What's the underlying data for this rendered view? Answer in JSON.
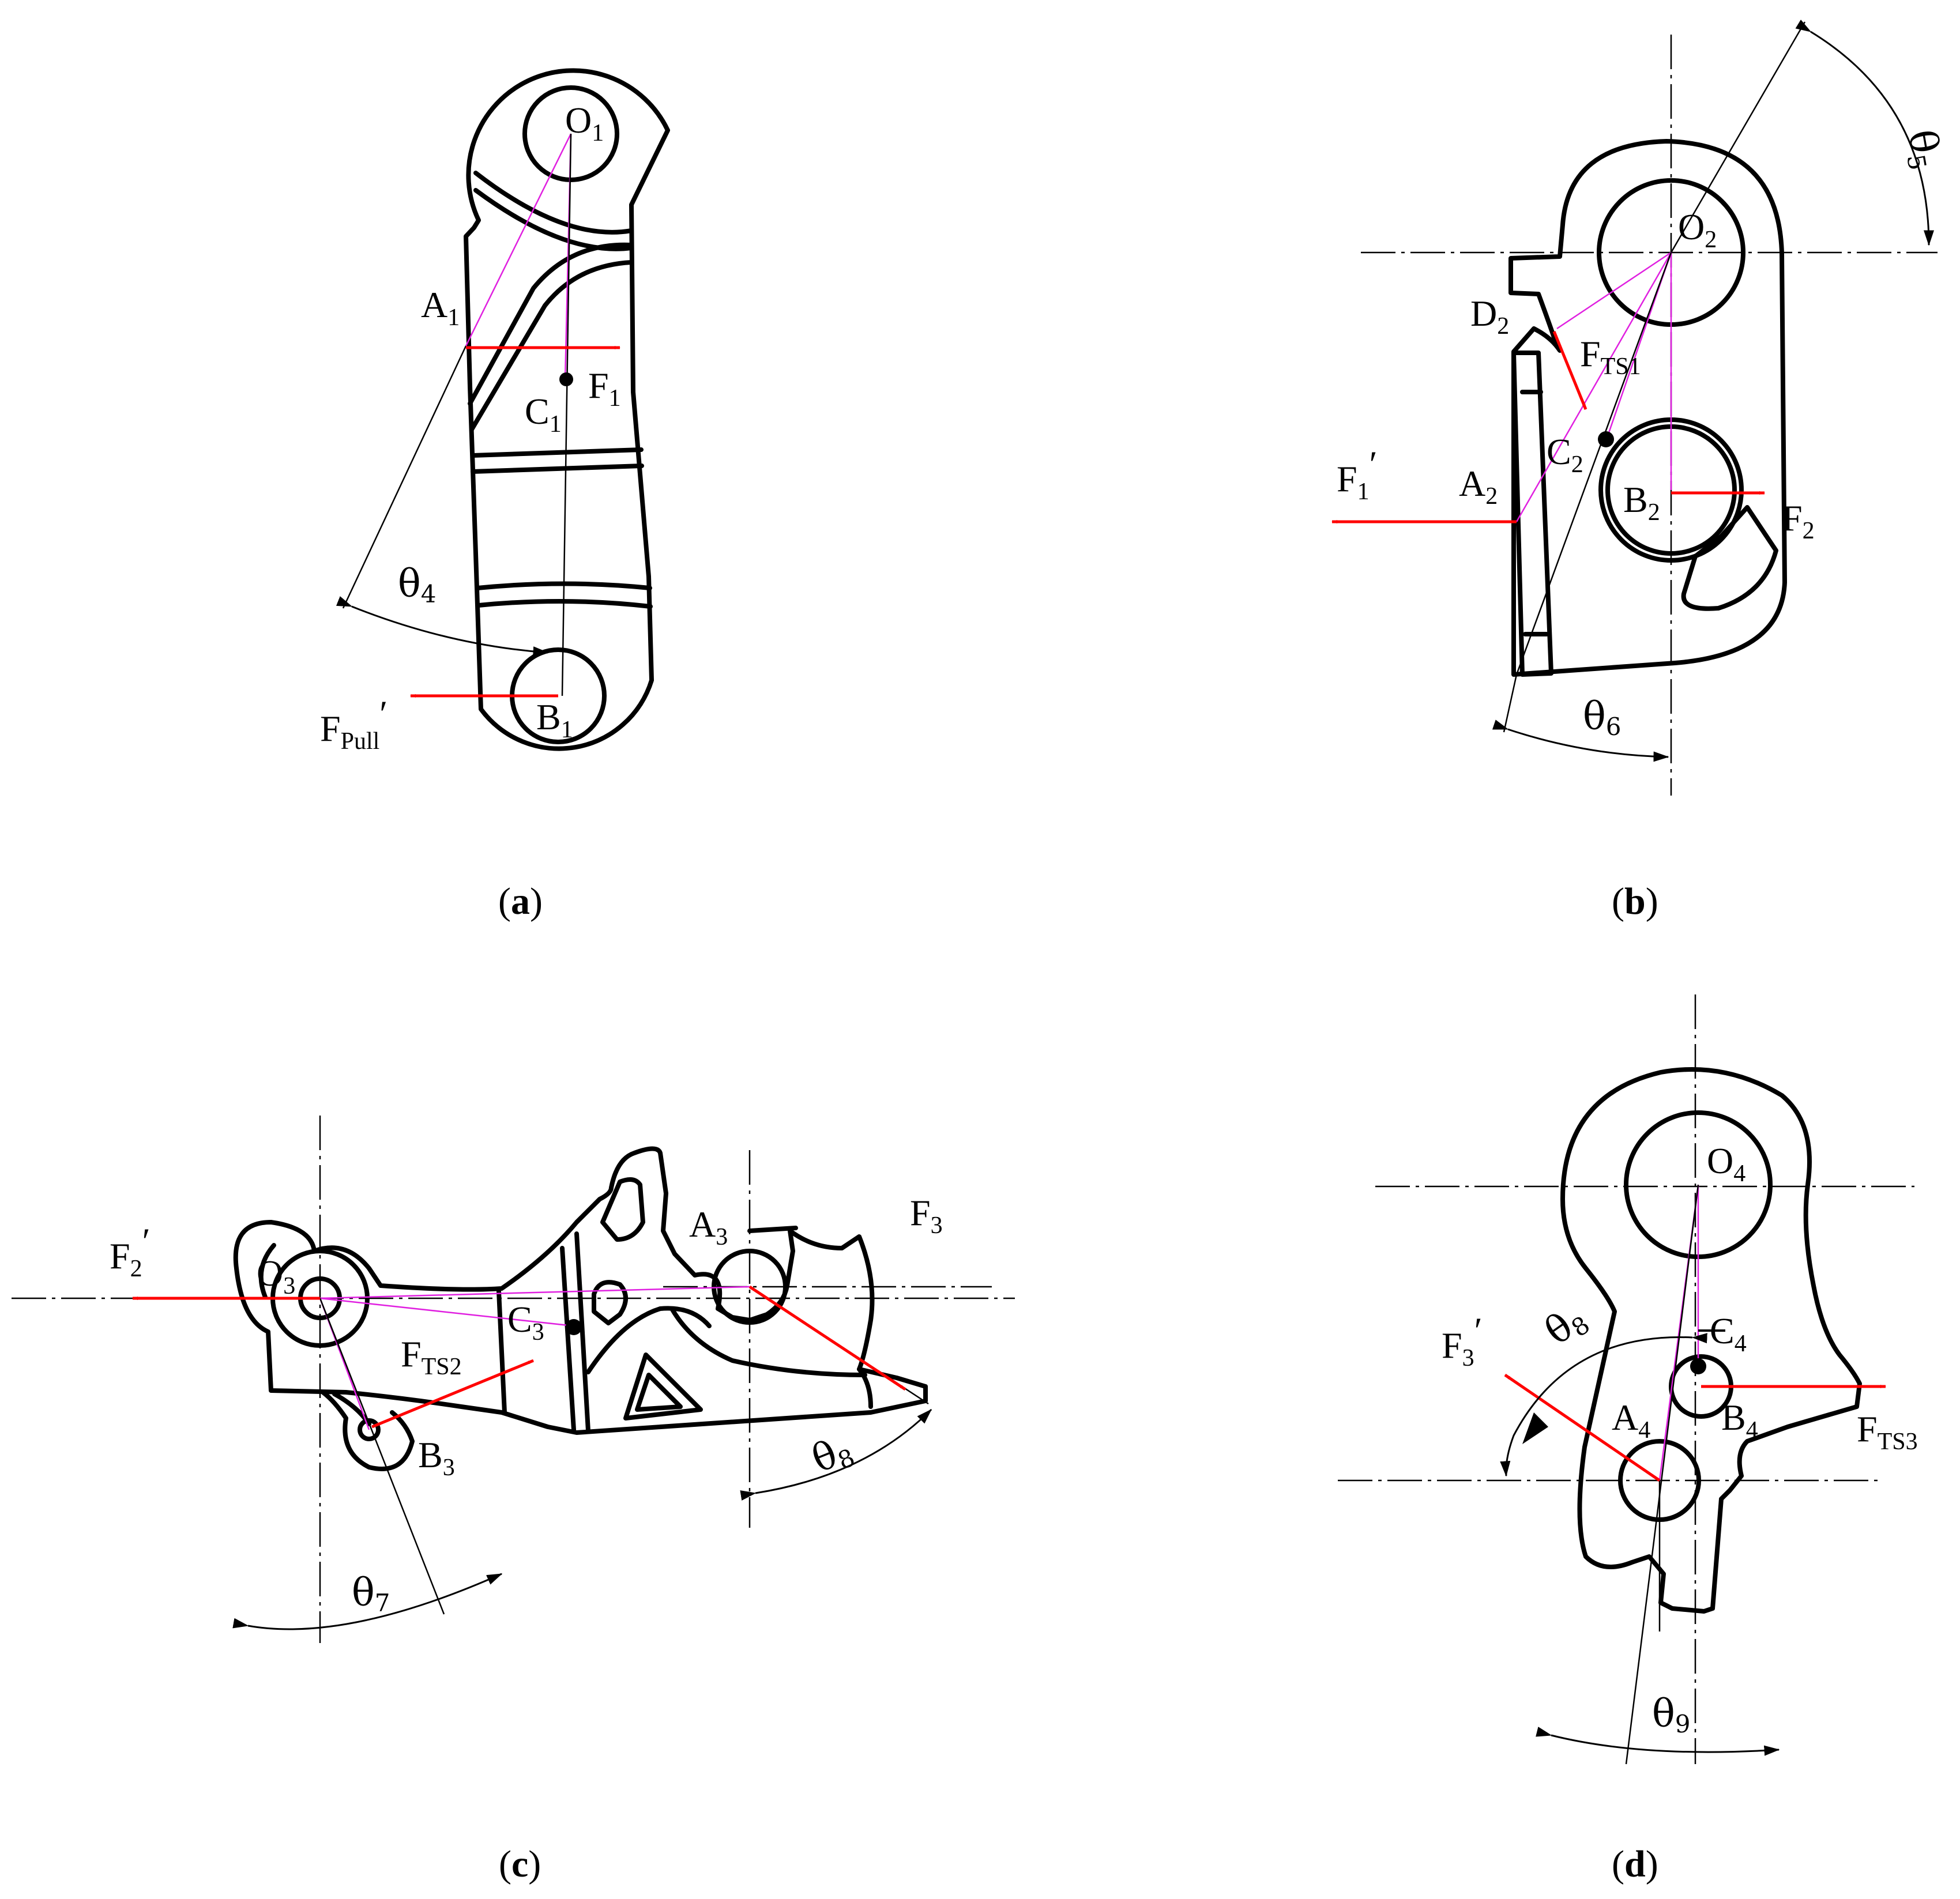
{
  "panels": {
    "a": {
      "caption_open": "(",
      "caption_letter": "a",
      "caption_close": ")",
      "labels": {
        "o1": "O",
        "o1_sub": "1",
        "a1": "A",
        "a1_sub": "1",
        "c1": "C",
        "c1_sub": "1",
        "f1": "F",
        "f1_sub": "1",
        "b1": "B",
        "b1_sub": "1",
        "fpull": "F",
        "fpull_sub": "Pull",
        "fpull_prime": "′",
        "theta": "θ",
        "theta_sub": "4"
      }
    },
    "b": {
      "caption_open": "(",
      "caption_letter": "b",
      "caption_close": ")",
      "labels": {
        "o2": "O",
        "o2_sub": "2",
        "d2": "D",
        "d2_sub": "2",
        "fts1": "F",
        "fts1_sub": "TS1",
        "f1p": "F",
        "f1p_sub": "1",
        "f1p_prime": "′",
        "a2": "A",
        "a2_sub": "2",
        "c2": "C",
        "c2_sub": "2",
        "b2": "B",
        "b2_sub": "2",
        "f2": "F",
        "f2_sub": "2",
        "theta5": "θ",
        "theta5_sub": "5",
        "theta6": "θ",
        "theta6_sub": "6"
      }
    },
    "c": {
      "caption_open": "(",
      "caption_letter": "c",
      "caption_close": ")",
      "labels": {
        "f2p": "F",
        "f2p_sub": "2",
        "f2p_prime": "′",
        "o3": "O",
        "o3_sub": "3",
        "fts2": "F",
        "fts2_sub": "TS2",
        "c3": "C",
        "c3_sub": "3",
        "a3": "A",
        "a3_sub": "3",
        "f3": "F",
        "f3_sub": "3",
        "b3": "B",
        "b3_sub": "3",
        "theta7": "θ",
        "theta7_sub": "7",
        "theta8": "θ",
        "theta8_sub": "8"
      }
    },
    "d": {
      "caption_open": "(",
      "caption_letter": "d",
      "caption_close": ")",
      "labels": {
        "o4": "O",
        "o4_sub": "4",
        "f3p": "F",
        "f3p_sub": "3",
        "f3p_prime": "′",
        "theta8": "θ",
        "theta8_sub": "8",
        "c4": "C",
        "c4_sub": "4",
        "a4": "A",
        "a4_sub": "4",
        "b4": "B",
        "b4_sub": "4",
        "fts3": "F",
        "fts3_sub": "TS3",
        "theta9": "θ",
        "theta9_sub": "9"
      }
    }
  }
}
